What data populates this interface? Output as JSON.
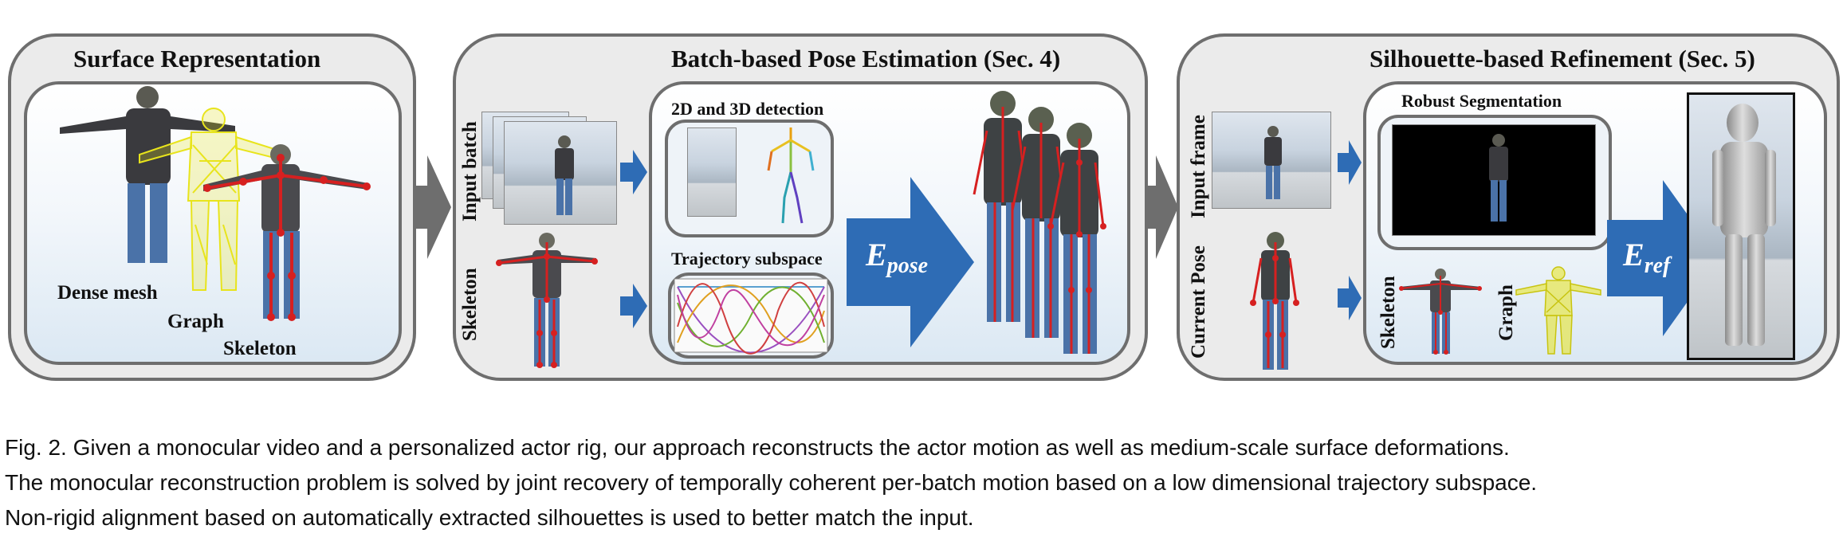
{
  "panels": {
    "surface": {
      "title": "Surface Representation",
      "labels": {
        "dense_mesh": "Dense mesh",
        "graph": "Graph",
        "skeleton": "Skeleton"
      }
    },
    "batch": {
      "title": "Batch-based Pose Estimation  (Sec. 4)",
      "input_batch": "Input batch",
      "skeleton": "Skeleton",
      "detection": "2D and 3D detection",
      "trajectory": "Trajectory subspace",
      "energy_main": "E",
      "energy_sub": "pose"
    },
    "refine": {
      "title": "Silhouette-based Refinement  (Sec. 5)",
      "input_frame": "Input frame",
      "current_pose": "Current Pose",
      "segmentation": "Robust Segmentation",
      "skeleton": "Skeleton",
      "graph": "Graph",
      "energy_main": "E",
      "energy_sub": "ref"
    }
  },
  "caption": {
    "line1": "Fig. 2.  Given a monocular video and a personalized actor rig, our approach reconstructs the actor motion as well as medium-scale surface deformations.",
    "line2": "The monocular reconstruction problem is solved by joint recovery of temporally coherent per-batch motion based on a low dimensional trajectory subspace.",
    "line3": "Non-rigid alignment based on automatically extracted silhouettes is used to better match the input."
  },
  "colors": {
    "panel_bg": "#ebebeb",
    "border": "#6e6e6e",
    "blue_arrow": "#2e6cb5",
    "gray_arrow": "#6e6e6e",
    "skeleton_red": "#d62020",
    "mesh_yellow": "#e8e41c"
  }
}
